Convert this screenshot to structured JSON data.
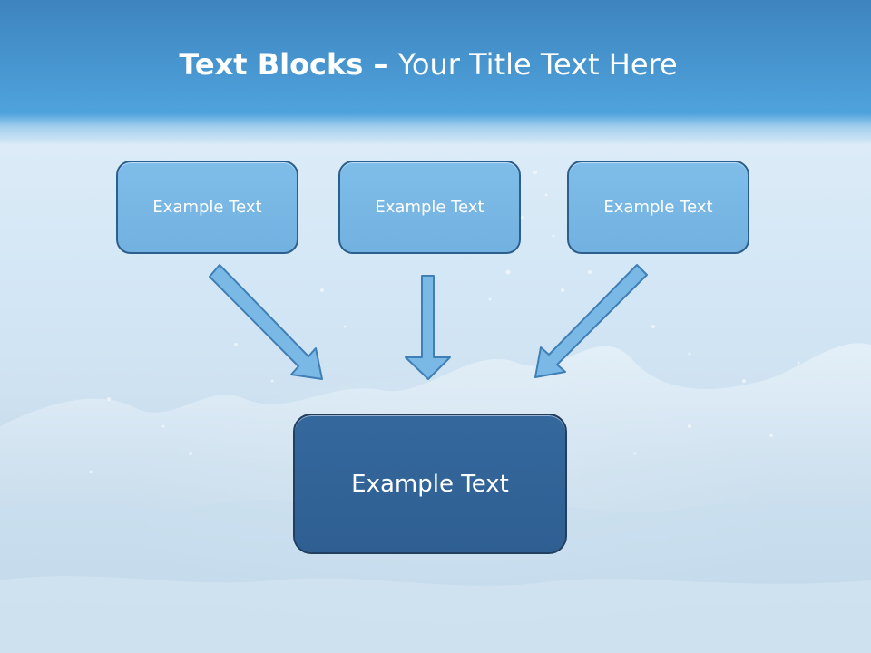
{
  "title": {
    "bold": "Text Blocks",
    "dash": " – ",
    "rest": "Your Title Text Here"
  },
  "blocks": {
    "top": [
      {
        "label": "Example Text"
      },
      {
        "label": "Example Text"
      },
      {
        "label": "Example Text"
      }
    ],
    "center": {
      "label": "Example Text"
    }
  },
  "colors": {
    "header": "#4a9ad4",
    "small_block_fill": "#7ab8e6",
    "small_block_border": "#2d5f8c",
    "center_block_fill": "#32649a",
    "center_block_border": "#223f60",
    "arrow_fill": "#7ab8e6",
    "arrow_stroke": "#3f7fb5",
    "title_text": "#ffffff"
  }
}
